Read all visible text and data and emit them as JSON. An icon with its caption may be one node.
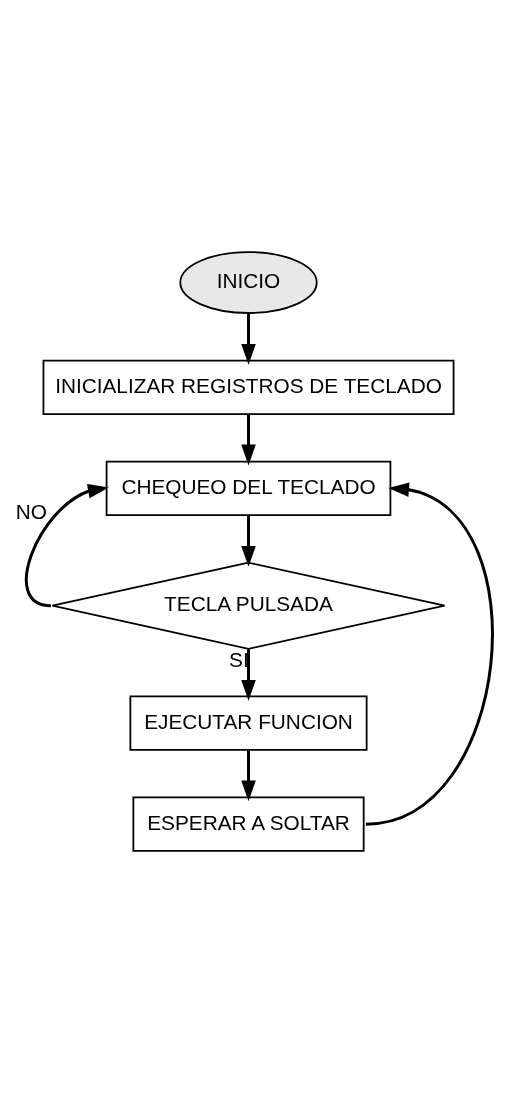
{
  "diagram": {
    "nodes": [
      {
        "text": [
          "INICIO"
        ]
      },
      {
        "text": [
          "INICIALIZAR REGISTROS DE TECLADO"
        ]
      },
      {
        "text": [
          "CHEQUEO DEL TECLADO"
        ]
      },
      {
        "text": [
          "TECLA PULSADA"
        ]
      },
      {
        "text": [
          "EJECUTAR FUNCION"
        ]
      },
      {
        "text": [
          "ESPERAR A SOLTAR"
        ]
      }
    ],
    "edges": [
      {
        "from": 0,
        "to": 1,
        "arrow": "to"
      },
      {
        "from": 1,
        "to": 2,
        "arrow": "to"
      },
      {
        "from": 2,
        "to": 3,
        "arrow": "to"
      },
      {
        "from": 3,
        "to": 2,
        "arrow": "to",
        "label": "NO"
      },
      {
        "from": 3,
        "to": 4,
        "arrow": "to",
        "label": "SI"
      },
      {
        "from": 4,
        "to": 5,
        "arrow": "to"
      },
      {
        "from": 5,
        "to": 2,
        "arrow": "to"
      }
    ]
  }
}
